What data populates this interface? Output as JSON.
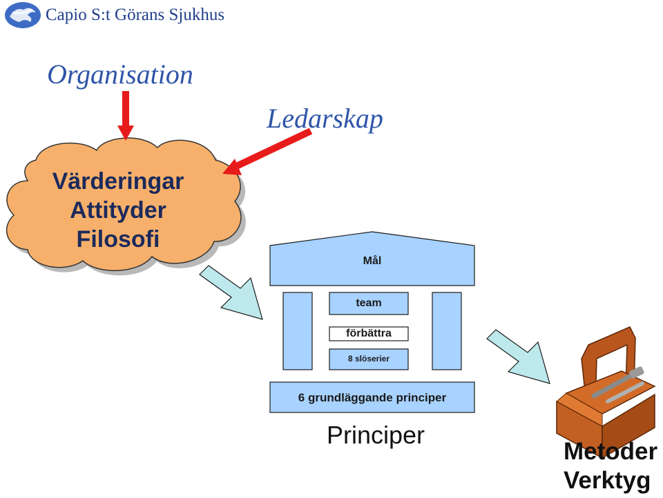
{
  "header": {
    "logo_icon": "hand-logo-icon",
    "logo_text": "Capio S:t Görans Sjukhus"
  },
  "titles": {
    "organisation": "Organisation",
    "ledarskap": "Ledarskap"
  },
  "cloud": {
    "lines": [
      "Värderingar",
      "Attityder",
      "Filosofi"
    ]
  },
  "house": {
    "roof_label": "Mål",
    "inner": [
      "team",
      "förbättra",
      "8 slöserier"
    ],
    "base_label": "6 grundläggande principer",
    "caption": "Principer"
  },
  "tools": {
    "icon": "toolbox-icon",
    "lines": [
      "Metoder",
      "Verktyg"
    ]
  },
  "colors": {
    "brand_blue": "#1f3f8a",
    "title_blue": "#2e55a8",
    "cloud_fill": "#f7b06b",
    "house_fill": "#a8d2ff",
    "arrow_red": "#e81b1b",
    "arrow_cyan": "#bde8ec"
  }
}
